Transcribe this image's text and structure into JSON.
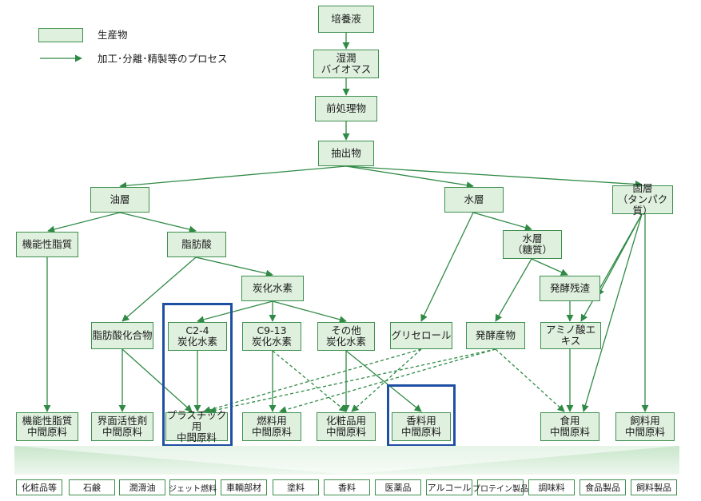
{
  "legend": {
    "product_label": "生産物",
    "process_label": "加工･分離･精製等のプロセス"
  },
  "colors": {
    "line": "#2f8a45",
    "fill": "#dff0de",
    "border": "#3d8f4e",
    "highlight": "#1f4fa3"
  },
  "nodes": {
    "baiyoeki": "培養液",
    "shitsujun": "湿潤\nバイオマス",
    "zenshori": "前処理物",
    "chushutsu": "抽出物",
    "yuso": "油層",
    "suiso": "水層",
    "koso": "固層\n（タンパク質）",
    "kinosei_shishitsu": "機能性脂質",
    "shibosan": "脂肪酸",
    "suiso_toushitsu": "水層\n（糖質）",
    "tanka_suiso": "炭化水素",
    "hakko_zansa": "発酵残渣",
    "shibosan_kagobutsu": "脂肪酸化合物",
    "c2_4": "C2-4\n炭化水素",
    "c9_13": "C9-13\n炭化水素",
    "sonota": "その他\n炭化水素",
    "glycerol": "グリセロール",
    "hakko_sanbutsu": "発酵産物",
    "amino": "アミノ酸エキス",
    "int_kinosei": "機能性脂質\n中間原料",
    "int_kaimen": "界面活性剤\n中間原料",
    "int_plastic": "プラスチック用\n中間原料",
    "int_nenryo": "燃料用\n中間原料",
    "int_keshohin": "化粧品用\n中間原料",
    "int_koryo": "香料用\n中間原料",
    "int_shokuyo": "食用\n中間原料",
    "int_shiryo": "飼料用\n中間原料"
  },
  "products": [
    "化粧品等",
    "石鹸",
    "潤滑油",
    "ジェット燃料",
    "車輌部材",
    "塗料",
    "香料",
    "医薬品",
    "アルコール",
    "プロテイン製品",
    "調味料",
    "食品製品",
    "飼料製品"
  ]
}
